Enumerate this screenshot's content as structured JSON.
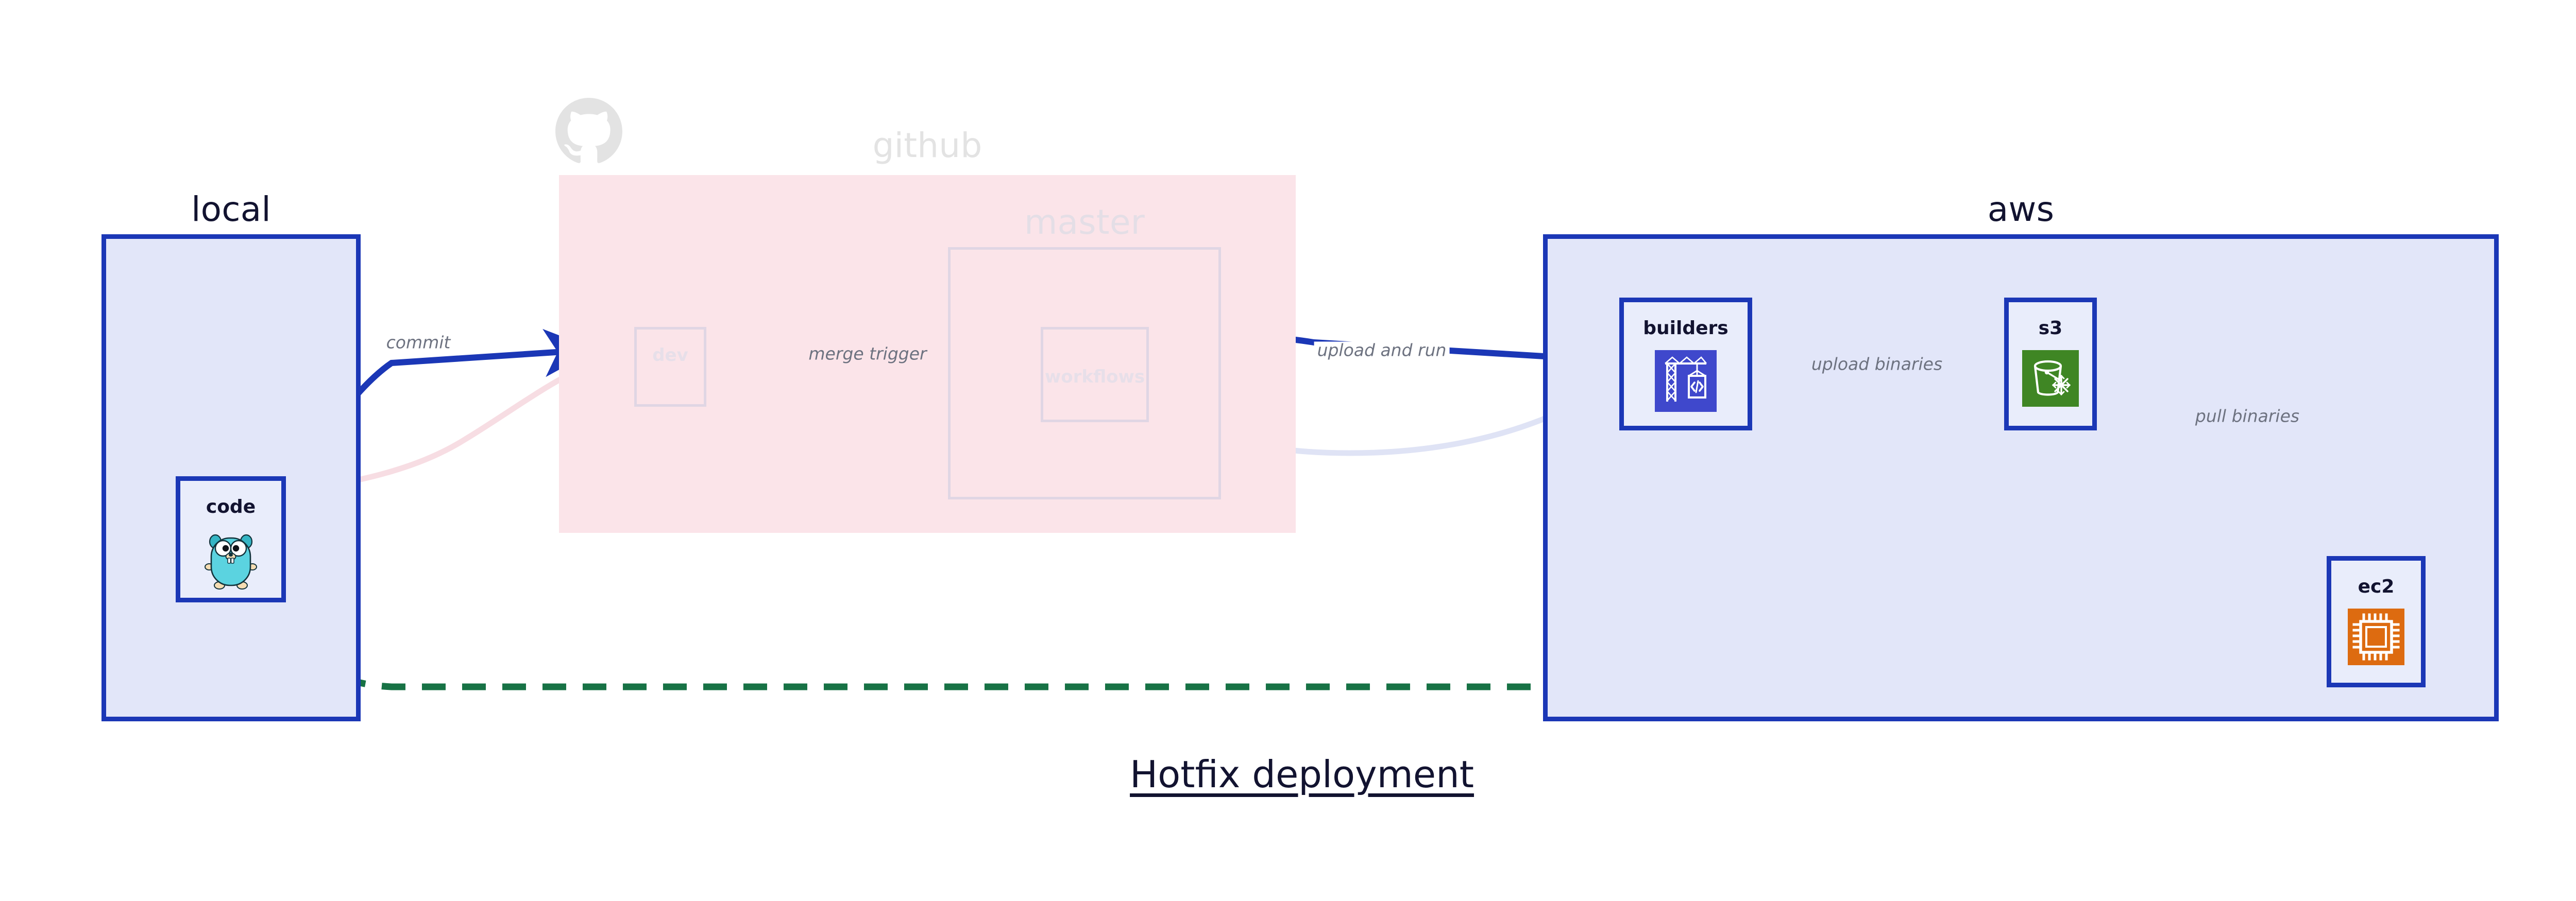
{
  "diagram": {
    "title": "Hotfix deployment",
    "type": "architecture-flow"
  },
  "colors": {
    "group_border": "#1b37b6",
    "group_fill": "#e2e6f9",
    "github_fill": "#fbe4e9",
    "node_fill": "#e9edfb",
    "edge_active": "#1b37b6",
    "edge_hotfix": "#177245",
    "label_text": "#6d7280",
    "faded": "#e0d6e4",
    "codebuild_icon": "#3f48cc",
    "s3_glacier_icon": "#3f8624",
    "ec2_icon": "#dd6b10",
    "gopher_body": "#5bd3e0",
    "github_logo": "#e3e3e3"
  },
  "clusters": [
    {
      "id": "local",
      "label": "local",
      "style": "solid"
    },
    {
      "id": "github",
      "label": "github",
      "style": "faded"
    },
    {
      "id": "master",
      "label": "master",
      "style": "faded"
    },
    {
      "id": "aws",
      "label": "aws",
      "style": "solid"
    }
  ],
  "nodes": [
    {
      "id": "code",
      "label": "code",
      "icon": "go-gopher-icon",
      "cluster": "local",
      "state": "active"
    },
    {
      "id": "dev",
      "label": "dev",
      "icon": "none",
      "cluster": "github",
      "state": "faded"
    },
    {
      "id": "workflows",
      "label": "workflows",
      "icon": "none",
      "cluster": "master",
      "state": "faded"
    },
    {
      "id": "builders",
      "label": "builders",
      "icon": "aws-codebuild-icon",
      "cluster": "aws",
      "state": "active"
    },
    {
      "id": "s3",
      "label": "s3",
      "icon": "aws-s3-glacier-icon",
      "cluster": "aws",
      "state": "active"
    },
    {
      "id": "ec2",
      "label": "ec2",
      "icon": "aws-ec2-icon",
      "cluster": "aws",
      "state": "active"
    }
  ],
  "edges": [
    {
      "id": "commit",
      "from": "code",
      "to": "dev",
      "label": "commit",
      "style": "solid",
      "color": "#1b37b6"
    },
    {
      "id": "merge-trigger",
      "from": "dev",
      "to": "workflows",
      "label": "merge trigger",
      "style": "solid",
      "color": "#1b37b6"
    },
    {
      "id": "upload-and-run",
      "from": "workflows",
      "to": "builders",
      "label": "upload and run",
      "style": "solid",
      "color": "#1b37b6"
    },
    {
      "id": "upload-binaries",
      "from": "builders",
      "to": "s3",
      "label": "upload binaries",
      "style": "solid",
      "color": "#1b37b6"
    },
    {
      "id": "pull-binaries",
      "from": "s3",
      "to": "ec2",
      "label": "pull binaries",
      "style": "solid",
      "color": "#1b37b6"
    },
    {
      "id": "hotfix-direct",
      "from": "code",
      "to": "ec2",
      "label": "",
      "style": "dashed",
      "color": "#177245"
    },
    {
      "id": "bg-code-dev",
      "from": "code",
      "to": "dev",
      "label": "",
      "style": "faded",
      "color": "#f7dde3"
    },
    {
      "id": "bg-dev-workflows",
      "from": "dev",
      "to": "workflows",
      "label": "",
      "style": "faded",
      "color": "#dcd9ee"
    },
    {
      "id": "bg-workflows-builders",
      "from": "workflows",
      "to": "builders",
      "label": "",
      "style": "faded",
      "color": "#dfe3f5"
    }
  ],
  "watermarks": [
    {
      "id": "github-logo",
      "icon": "github-octocat-icon"
    }
  ]
}
